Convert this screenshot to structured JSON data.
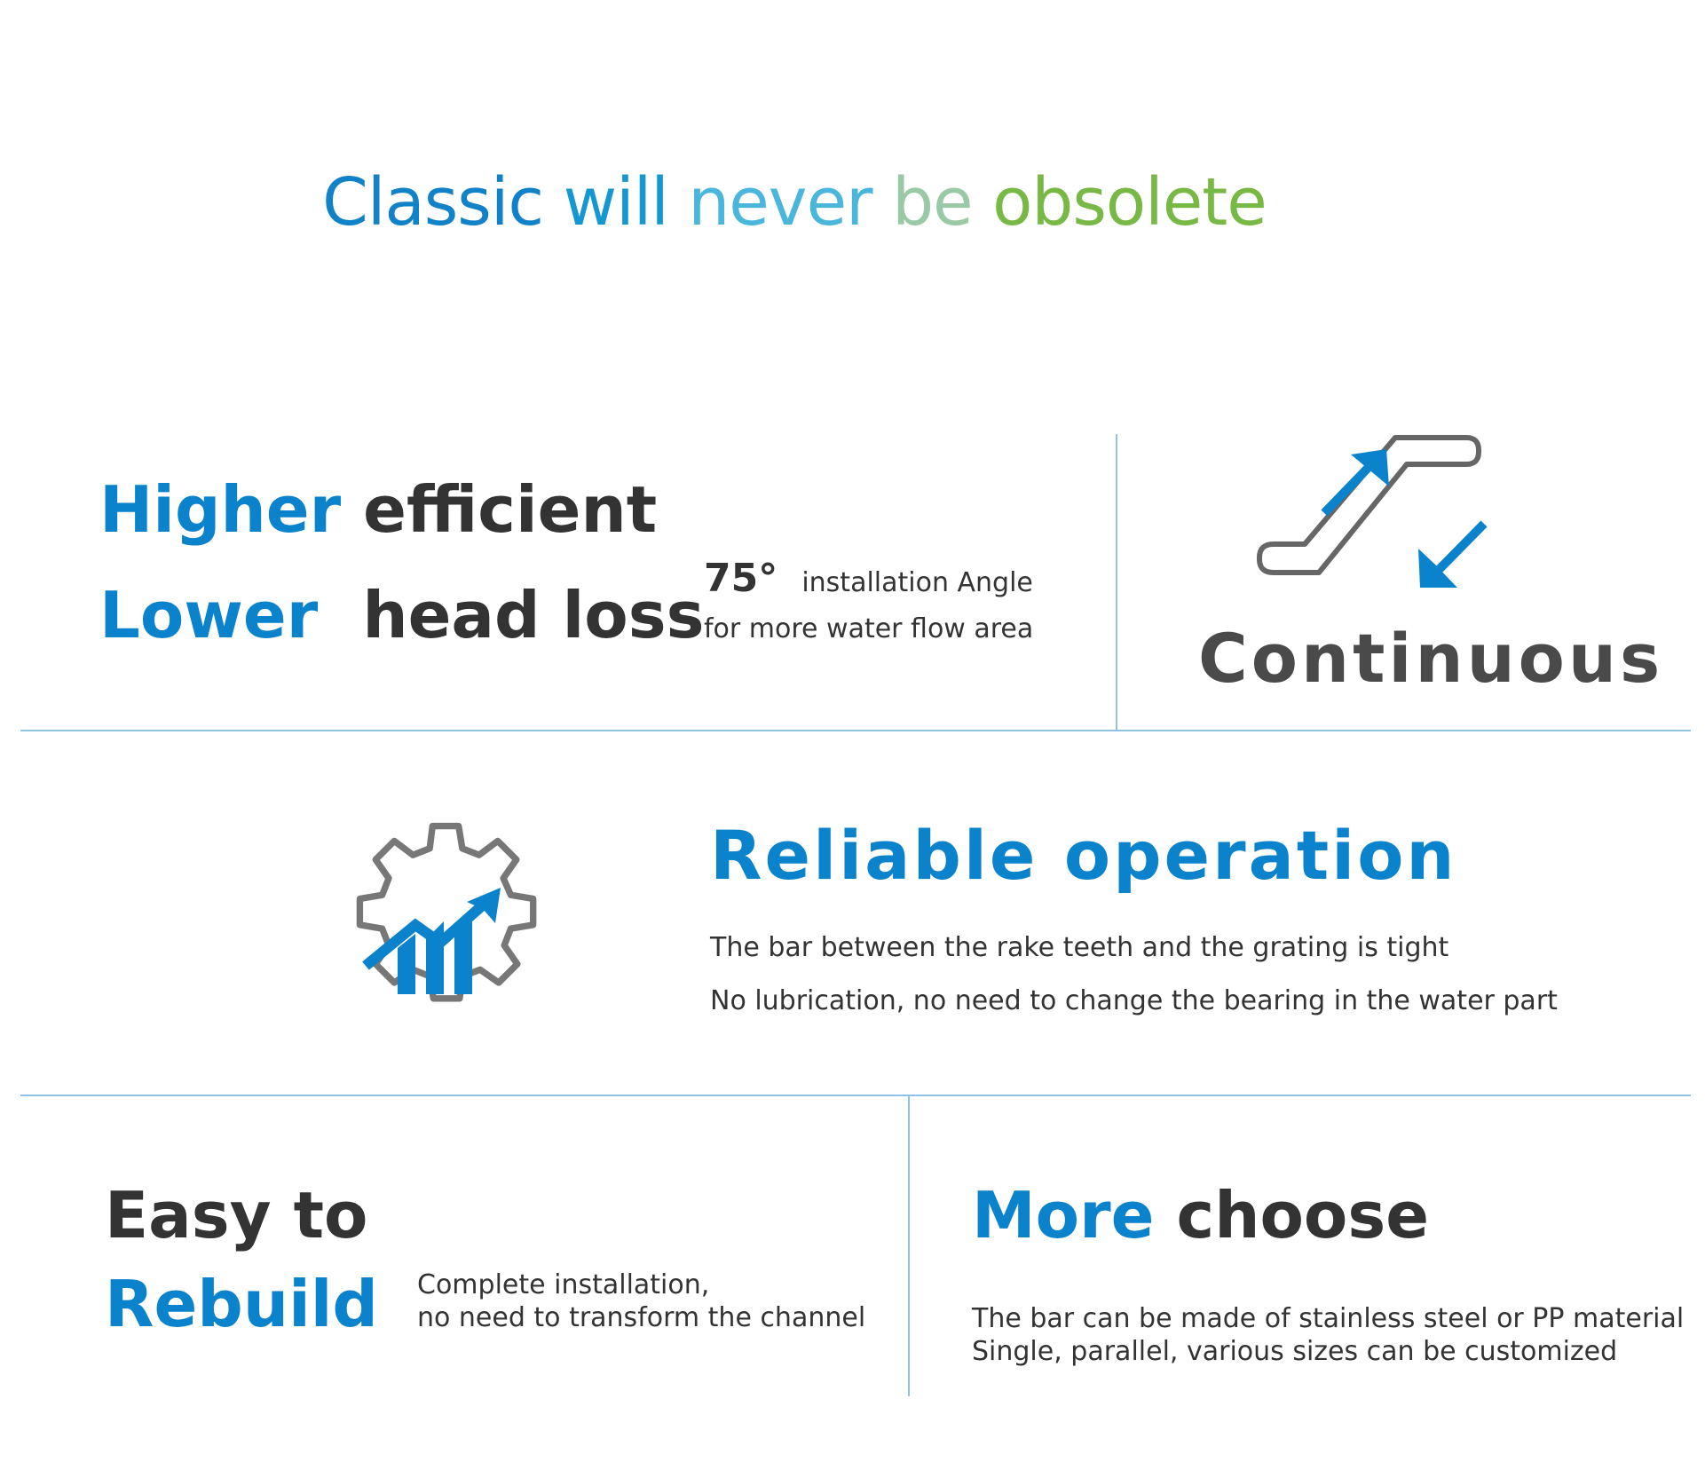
{
  "title": {
    "w1": "Classic",
    "w2": "will",
    "w3": "never",
    "w4": "be",
    "w5": "obsolete"
  },
  "colors": {
    "brand_blue": "#0a82cc",
    "divider": "#8fc3e6",
    "dark_text": "#333333",
    "icon_gray": "#666666"
  },
  "feature_efficiency": {
    "line1_blue": "Higher",
    "line1_dark": "efficient",
    "line2_blue": "Lower",
    "line2_dark": "head loss",
    "angle_value": "75°",
    "angle_label": "installation Angle",
    "detail": "for more water flow area"
  },
  "feature_continuous": {
    "icon": "escalator-icon",
    "label": "Continuous"
  },
  "feature_reliable": {
    "icon": "gear-growth-icon",
    "heading": "Reliable operation",
    "line1": "The bar between the rake teeth and the grating is tight",
    "line2": "No lubrication, no need to change the bearing in the water part"
  },
  "feature_rebuild": {
    "line1": "Easy to",
    "line2": "Rebuild",
    "detail1": "Complete installation,",
    "detail2": "no need to transform the channel"
  },
  "feature_choose": {
    "heading_blue": "More",
    "heading_dark": "choose",
    "line1": "The bar can be made of stainless steel or PP material",
    "line2": "Single, parallel, various sizes can be customized"
  }
}
